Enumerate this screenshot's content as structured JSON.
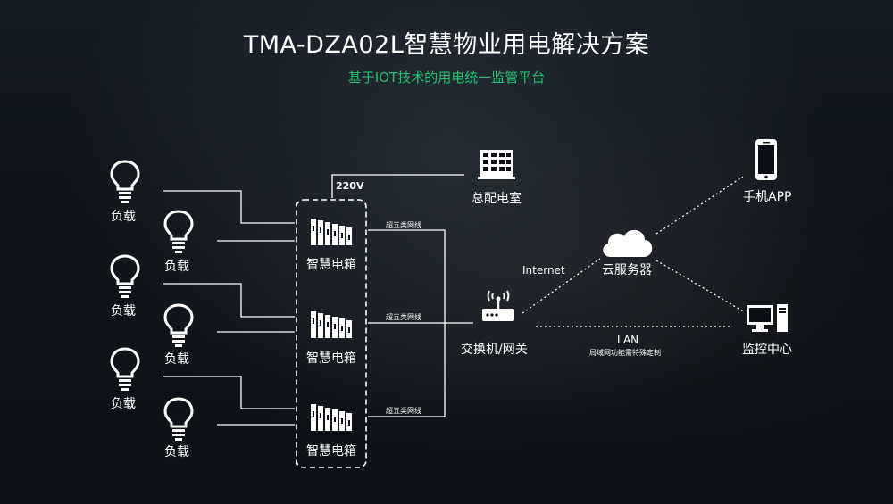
{
  "title": "TMA-DZA02L智慧物业用电解决方案",
  "subtitle": "基于IOT技术的用电统一监管平台",
  "load_label": "负载",
  "smart_box_label": "智慧电箱",
  "voltage_label": "220V",
  "main_room_label": "总配电室",
  "cable_label": "超五类网线",
  "switch_label": "交换机/网关",
  "internet_label": "Internet",
  "cloud_label": "云服务器",
  "mobile_label": "手机APP",
  "monitor_label": "监控中心",
  "lan_label": "LAN",
  "lan_note": "局域网功能需特殊定制",
  "colors": {
    "accent_green": "#1fc46a",
    "background": "#0c1016",
    "line": "#ffffff"
  }
}
